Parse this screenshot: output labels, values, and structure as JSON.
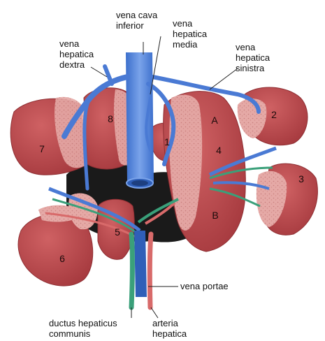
{
  "labels": {
    "vena_cava_inferior": [
      "vena cava",
      "inferior"
    ],
    "vena_hepatica_media": [
      "vena",
      "hepatica",
      "media"
    ],
    "vena_hepatica_dextra": [
      "vena",
      "hepatica",
      "dextra"
    ],
    "vena_hepatica_sinistra": [
      "vena",
      "hepatica",
      "sinistra"
    ],
    "vena_portae": "vena portae",
    "ductus_hepaticus_communis": [
      "ductus hepaticus",
      "communis"
    ],
    "arteria_hepatica": [
      "arteria",
      "hepatica"
    ]
  },
  "segments": {
    "s1": "1",
    "s2": "2",
    "s3": "3",
    "s4": "4",
    "s5": "5",
    "s6": "6",
    "s7": "7",
    "s8": "8",
    "sA": "A",
    "sB": "B"
  },
  "colors": {
    "liver": "#b9484a",
    "liver_dark": "#8f2f33",
    "cut_surface": "#e3a3a0",
    "vein": "#5b86d8",
    "vein_dark": "#2f5fb8",
    "bile_duct": "#3aa07a",
    "artery": "#d86a6a",
    "background_shadow": "#1a1a1a"
  }
}
